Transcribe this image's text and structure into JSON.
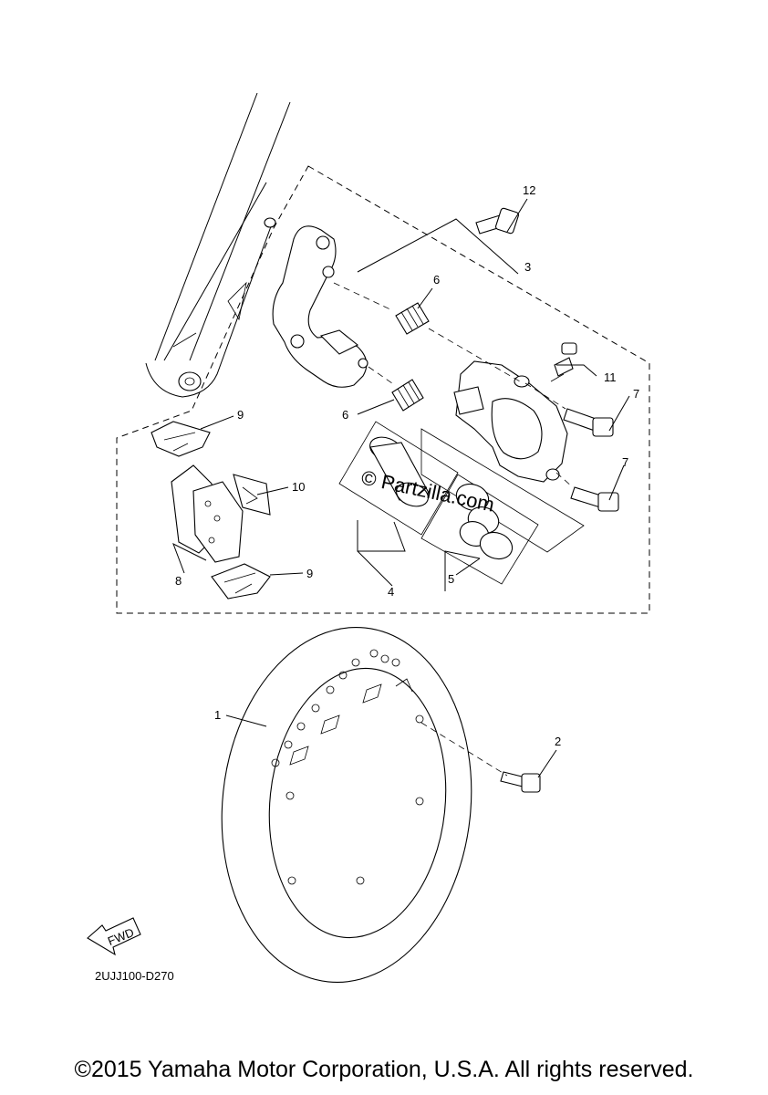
{
  "callouts": {
    "c1": "1",
    "c2": "2",
    "c3": "3",
    "c4": "4",
    "c5": "5",
    "c6a": "6",
    "c6b": "6",
    "c7a": "7",
    "c7b": "7",
    "c8": "8",
    "c9a": "9",
    "c9b": "9",
    "c10": "10",
    "c11": "11",
    "c12": "12"
  },
  "watermark": "© Partzilla.com",
  "diagram_code": "2UJJ100-D270",
  "fwd_label": "FWD",
  "copyright": "©2015 Yamaha Motor Corporation, U.S.A. All rights reserved.",
  "colors": {
    "line": "#000000",
    "background": "#ffffff"
  }
}
